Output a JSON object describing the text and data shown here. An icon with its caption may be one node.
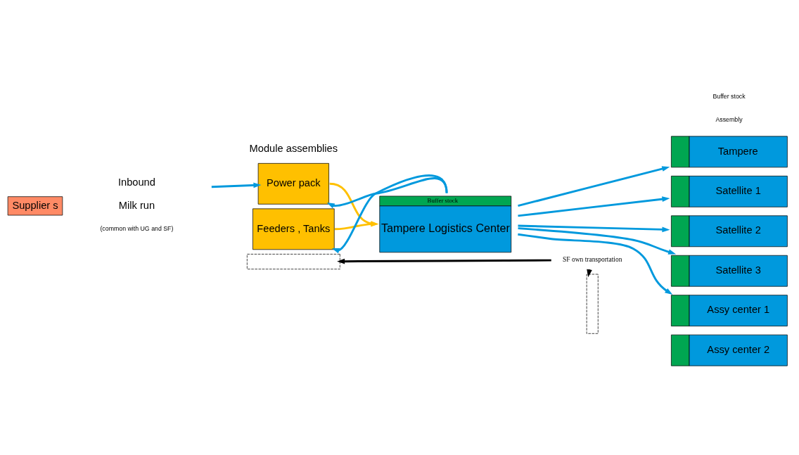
{
  "diagram": {
    "nodes": [
      {
        "text": [
          "Supplier s"
        ]
      },
      {
        "text": [
          "Power pack"
        ]
      },
      {
        "text": [
          "Feeders , Tanks"
        ]
      },
      {
        "text": [
          "Buffer stock",
          "Tampere Logistics Center"
        ]
      },
      {
        "text": [
          "Tampere"
        ]
      },
      {
        "text": [
          "Satellite 1"
        ]
      },
      {
        "text": [
          "Satellite 2"
        ]
      },
      {
        "text": [
          "Satellite 3"
        ]
      },
      {
        "text": [
          "Assy center 1"
        ]
      },
      {
        "text": [
          "Assy center 2"
        ]
      },
      {
        "text": [
          "SF own transportation"
        ]
      },
      {
        "text": [],
        "shape": "box"
      },
      {
        "text": [],
        "shape": "box"
      }
    ],
    "edges": [
      {
        "from": null,
        "to": 1,
        "arrow": "to"
      },
      {
        "from": 3,
        "to": 1,
        "arrow": "to"
      },
      {
        "from": 1,
        "to": 3,
        "arrow": "to",
        "color": "#ffc000"
      },
      {
        "from": 3,
        "to": 2,
        "arrow": "to"
      },
      {
        "from": 2,
        "to": 3,
        "arrow": "to",
        "color": "#ffc000"
      },
      {
        "from": 3,
        "to": 4,
        "arrow": "to"
      },
      {
        "from": 3,
        "to": 5,
        "arrow": "to"
      },
      {
        "from": 3,
        "to": 6,
        "arrow": "to"
      },
      {
        "from": 3,
        "to": 7,
        "arrow": "to"
      },
      {
        "from": 3,
        "to": 8,
        "arrow": "to"
      },
      {
        "from": 10,
        "to": 11,
        "arrow": "to",
        "color": "#000000"
      },
      {
        "from": 10,
        "to": 12,
        "arrow": "to",
        "color": "#000000"
      }
    ],
    "labels": [
      "Module assemblies",
      "Inbound",
      "Milk run",
      "(common with UG and SF)",
      "Buffer stock",
      "Assembly"
    ]
  }
}
